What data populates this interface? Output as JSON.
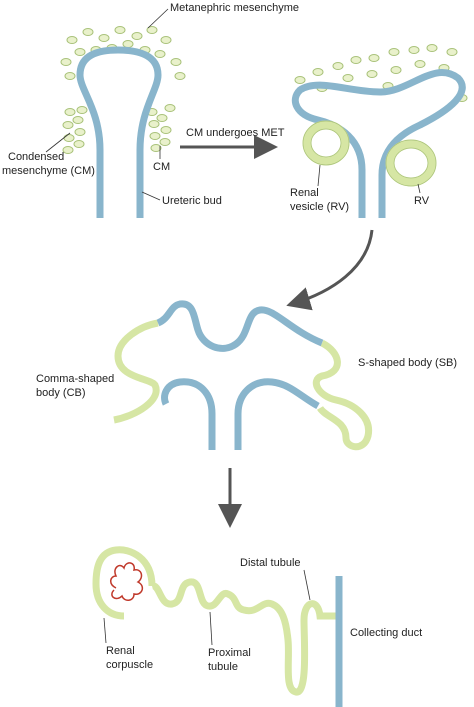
{
  "labels": {
    "metanephric_mesenchyme": "Metanephric mesenchyme",
    "condensed_mesenchyme_l1": "Condensed",
    "condensed_mesenchyme_l2": "mesenchyme (CM)",
    "cm": "CM",
    "ureteric_bud": "Ureteric bud",
    "met_arrow": "CM undergoes MET",
    "renal_vesicle_l1": "Renal",
    "renal_vesicle_l2": "vesicle (RV)",
    "rv": "RV",
    "comma_body_l1": "Comma-shaped",
    "comma_body_l2": "body (CB)",
    "s_body": "S-shaped body (SB)",
    "distal_tubule": "Distal tubule",
    "collecting_duct": "Collecting duct",
    "renal_corpuscle_l1": "Renal",
    "renal_corpuscle_l2": "corpuscle",
    "proximal_tubule_l1": "Proximal",
    "proximal_tubule_l2": "tubule"
  },
  "colors": {
    "ureteric": "#89b5cc",
    "nephron": "#d6e6a4",
    "cell_fill": "#e9f1cb",
    "cell_stroke": "#a9c27a",
    "glomerulus": "#c0392b",
    "arrow": "#555555"
  }
}
